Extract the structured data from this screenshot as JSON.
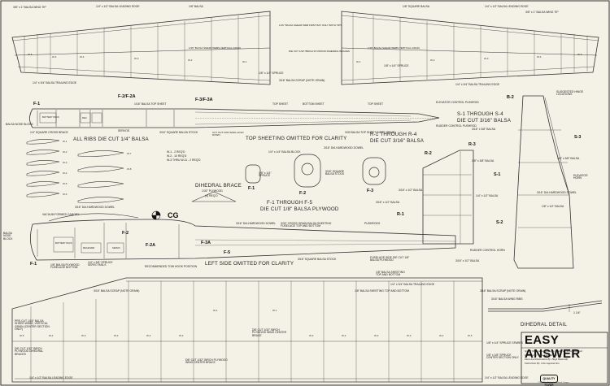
{
  "title": {
    "name": "EASY ANSWER",
    "line1": "Span 8 Wide; Area 1040 sq. in.; Radio 2 Channel Required",
    "line2": "Designed By: John Lagomarsino",
    "line3": "Plans And Illustrations By: Hugh Buszewski",
    "line4": "Instructions By: John Lagomarsino",
    "brand": "QUALITY FLYER",
    "copyright": "©1970 Flite-Products, Portland, Oregon"
  },
  "top_wing": {
    "labels": [
      "3/8\" x 1\" BALSA WING TIP",
      "1/4\" x 1/2\" BALSA LEADING EDGE",
      "1/8\" BALSA",
      "1/8\" SQUARE BALSA",
      "1/4\" x 1/2\" BALSA LEADING EDGE",
      "3/8\" x 1\" BALSA WING TIP",
      "1/16\" BALSA SHEAR WEB FIRST BAY ONLY BOTH TIPS",
      "1/16\" BALSA SHEAR WEBS VERTICAL GRAIN",
      "1/16\" BALSA SHEAR WEBS VERTICAL GRAIN",
      "DIE CUT 1/32\" BIRCH PLYWOOD DIHEDRAL BRACES",
      "1/8\" x 1/4\" SPRUCE",
      "1/8\" x 1/4\" SPRUCE",
      "1/4\" x 3/4\" BALSA TRAILING EDGE",
      "1/4\" x 3/4\" BALSA TRAILING EDGE",
      "3/16\" BALSA SCRAP (NOTE GRAIN)"
    ],
    "left_ribs": [
      "W-5",
      "W-4",
      "W-4",
      "W-3",
      "W-2",
      "W-1"
    ],
    "right_ribs": [
      "W-1",
      "W-2",
      "W-3",
      "W-4",
      "W-5"
    ]
  },
  "fuselage_top": {
    "labels": [
      "BALSA NOSE BLOCK",
      "1/4\" SQUARE CROSS BRACE",
      "BATTERY PACK",
      "REC",
      "SERVOS",
      "ALL RIBS DIE CUT 1/4\" BALSA",
      "1/16\" BALSA TOP SHEET",
      "3/16\" SQUARE BALSA STOCK",
      "CUT OUT FOR WING HOLD DOWN",
      "TOP SHEET",
      "BOTTOM SHEET",
      "TOP SHEET",
      "ELEVATOR CONTROL PUSHROD",
      "RUDDER CONTROL PUSHROD",
      "3/32 BALSA TOP SHEET (NOTE GRAIN)",
      "TOP SHEETING OMITTED FOR CLARITY"
    ],
    "parts": [
      "F-1",
      "F-2/F-2A",
      "F-3/F-3A"
    ]
  },
  "formers": {
    "section1_name": "S-1 THROUGH S-4",
    "section1_spec": "DIE CUT 3/16\" BALSA",
    "section2_name": "R-1 THROUGH R-4",
    "section2_spec": "DIE CUT 3/16\" BALSA",
    "section3_name": "F-1 THROUGH F-5",
    "section3_spec": "DIE CUT 1/8\" BALSA PLYWOOD",
    "parts": [
      "F-1",
      "F-2",
      "F-3"
    ],
    "labels": [
      "1/4\" x 1/4\" BALSA BLOCK",
      "3/16\" DIA HARDWOOD DOWEL",
      "1/8\" x 1/4\" SPRUCE",
      "3/16\" SQUARE BALSA STOCK"
    ]
  },
  "rib_templates": {
    "ribs": [
      "W-1",
      "W-2",
      "W-3",
      "W-4",
      "W-5",
      "W-6",
      "W-7",
      "W-8"
    ],
    "note_lines": [
      "W-1 - 2 REQ'D",
      "W-2 - 10 REQ'D",
      "W-3 THRU W-11 - 2 REQ'D"
    ],
    "brace_title": "DIHEDRAL BRACE",
    "brace_spec": "1/32\" PLYWOOD",
    "brace_req": "(4) REQ'D"
  },
  "fuselage_side": {
    "labels": [
      "VACUUM FORMED CANOPY",
      "3/16\" DIA HARDWOOD DOWEL",
      "BALSA NOSE BLOCK",
      "BATTERY PACK",
      "RECEIVER",
      "SERVO",
      "1/8\" BALSA PLYWOOD FUSELAGE BOTTOM",
      "1/4\" x 3/8\" SPRUCE SERVO RAILS",
      "RECOMMENDED TOW HOOK POSITION",
      "3/16\" DIA HARDWOOD DOWEL",
      "3/32\" CROSS GRAIN BALSA SHEETING FUSELAGE TOP AND BOTTOM",
      "PUSHRODS",
      "3/16\" SQUARE BALSA STOCK",
      "FUSELAGE SIDE DIE CUT 1/8\" BALSA PLYWOOD",
      "1/8\" BALSA SHEETING TOP AND BOTTOM",
      "RUDDER CONTROL HORN",
      "3/16\" x 1/2\" BALSA",
      "LEFT SIDE OMITTED FOR CLARITY",
      "CG"
    ],
    "parts": [
      "F-1",
      "F-2",
      "F-2A",
      "F-3A",
      "F-5",
      "R-1",
      "R-2",
      "R-3",
      "S-1",
      "S-2",
      "S-3",
      "B-2"
    ]
  },
  "tail": {
    "labels": [
      "3/16\" x 3/8\" BALSA",
      "3/16\" x 1/2\" BALSA",
      "1/8\" x 3/8\" BALSA",
      "3/16\" x 1/2\" BALSA",
      "SUGGESTED HINGE LOCATIONS",
      "1/4\" x 1/2\" BALSA",
      "1/8\" x 3/8\" BALSA",
      "ELEVATOR HORN",
      "3/16\" DIA HARDWOOD DOWEL",
      "1/8\" x 1/2\" BALSA"
    ]
  },
  "bottom_wing": {
    "labels": [
      "3/16\" BALSA SCRAP (NOTE GRAIN)",
      "1/8\" BALSA SHEETING TOP AND BOTTOM",
      "1/4\" x 3/4\" BALSA TRAILING EDGE",
      "3/16\" BALSA SCRAP (NOTE GRAIN)",
      "PRE-CUT 1/16\" BALSA SHEER WEBS, VERTICAL GRAIN (CENTER SECTION ONLY)",
      "DIE CUT 1/32\" BIRCH PLYWOOD DIHEDRAL BRACES",
      "DIE CUT 1/32\" BIRCH PLYWOOD WING CENTER BRACE",
      "DIE CUT 1/32\" BIRCH PLYWOOD WING CENTER BRACE",
      "1/8\" x 1/4\" SPRUCE SPARES",
      "1/8\" x 1/8\" SPRUCE CENTER SECTION ONLY",
      "1/4\" x 1/2\" BALSA LEADING EDGE",
      "1/4\" x 1/2\" BALSA LEADING EDGE",
      "3/16\" BALSA WING RIBS"
    ],
    "ribs": [
      "W-5",
      "W-4",
      "W-3",
      "W-2",
      "W-2",
      "W-2",
      "W-1",
      "W-1",
      "W-2",
      "W-2",
      "W-2",
      "W-3",
      "W-4",
      "W-5"
    ]
  },
  "dihedral": {
    "title": "DIHEDRAL DETAIL",
    "dim": "1 1/4\""
  }
}
